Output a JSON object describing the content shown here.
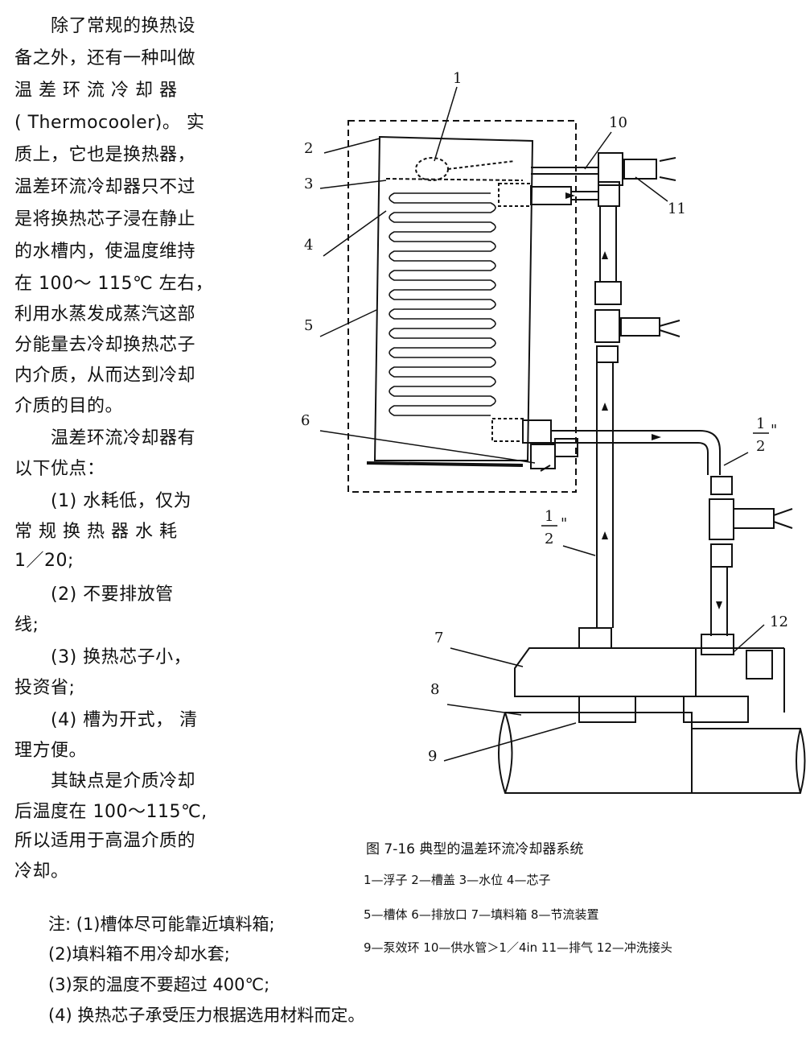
{
  "body_text": [
    "　　除了常规的换热设",
    "备之外，还有一种叫做",
    "温 差 环 流 冷 却 器",
    "( Thermocooler)。 实",
    "质上，它也是换热器，",
    "温差环流冷却器只不过",
    "是将换热芯子浸在静止",
    "的水槽内，使温度维持",
    "在  100～ 115℃ 左右，",
    "利用水蒸发成蒸汽这部",
    "分能量去冷却换热芯子",
    "内介质，从而达到冷却",
    "介质的目的。",
    "　　温差环流冷却器有",
    "以下优点：",
    "　　(1)  水耗低，仅为",
    "常 规 换 热 器 水 耗",
    "1／20;",
    "　　(2)  不要排放管",
    "线;",
    "　　(3)  换热芯子小，",
    "投资省;",
    "　　(4)  槽为开式， 清",
    "理方便。",
    "　　其缺点是介质冷却",
    "后温度在 100～115℃,",
    "所以适用于高温介质的",
    "冷却。"
  ],
  "figure": {
    "caption": "图 7-16    典型的温差环流冷却器系统",
    "labels": [
      "1",
      "2",
      "3",
      "4",
      "5",
      "6",
      "7",
      "8",
      "9",
      "10",
      "11",
      "12"
    ],
    "pipe_size_num": "1",
    "pipe_size_den": "2",
    "pipe_size_mark": "\"",
    "legend": [
      "1—浮子   2—槽盖   3—水位   4—芯子",
      "5—槽体   6—排放口   7—填料箱    8—节流装置",
      "9—泵效环   10—供水管＞1／4in    11—排气    12—冲洗接头"
    ]
  },
  "notes": [
    "注: (1)槽体尽可能靠近填料箱;",
    "(2)填料箱不用冷却水套;",
    "(3)泵的温度不要超过 400℃;",
    "(4) 换热芯子承受压力根据选用材料而定。"
  ]
}
